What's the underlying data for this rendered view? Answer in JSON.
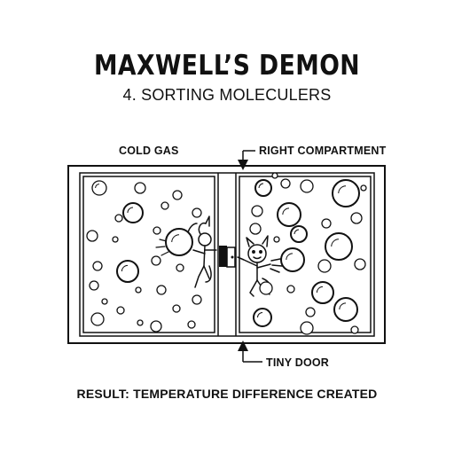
{
  "title": "MAXWELL’S DEMON",
  "subtitle": "4. SORTING MOLECULERS",
  "labels": {
    "cold_gas": "COLD GAS",
    "right_compartment": "RIGHT COMPARTMENT",
    "tiny_door": "TINY DOOR",
    "result": "RESULT: TEMPERATURE DIFFERENCE CREATED"
  },
  "colors": {
    "ink": "#111111",
    "background": "#ffffff"
  },
  "icons": [
    "demon-left-icon",
    "demon-right-icon",
    "tiny-door-icon",
    "molecule-icon"
  ]
}
